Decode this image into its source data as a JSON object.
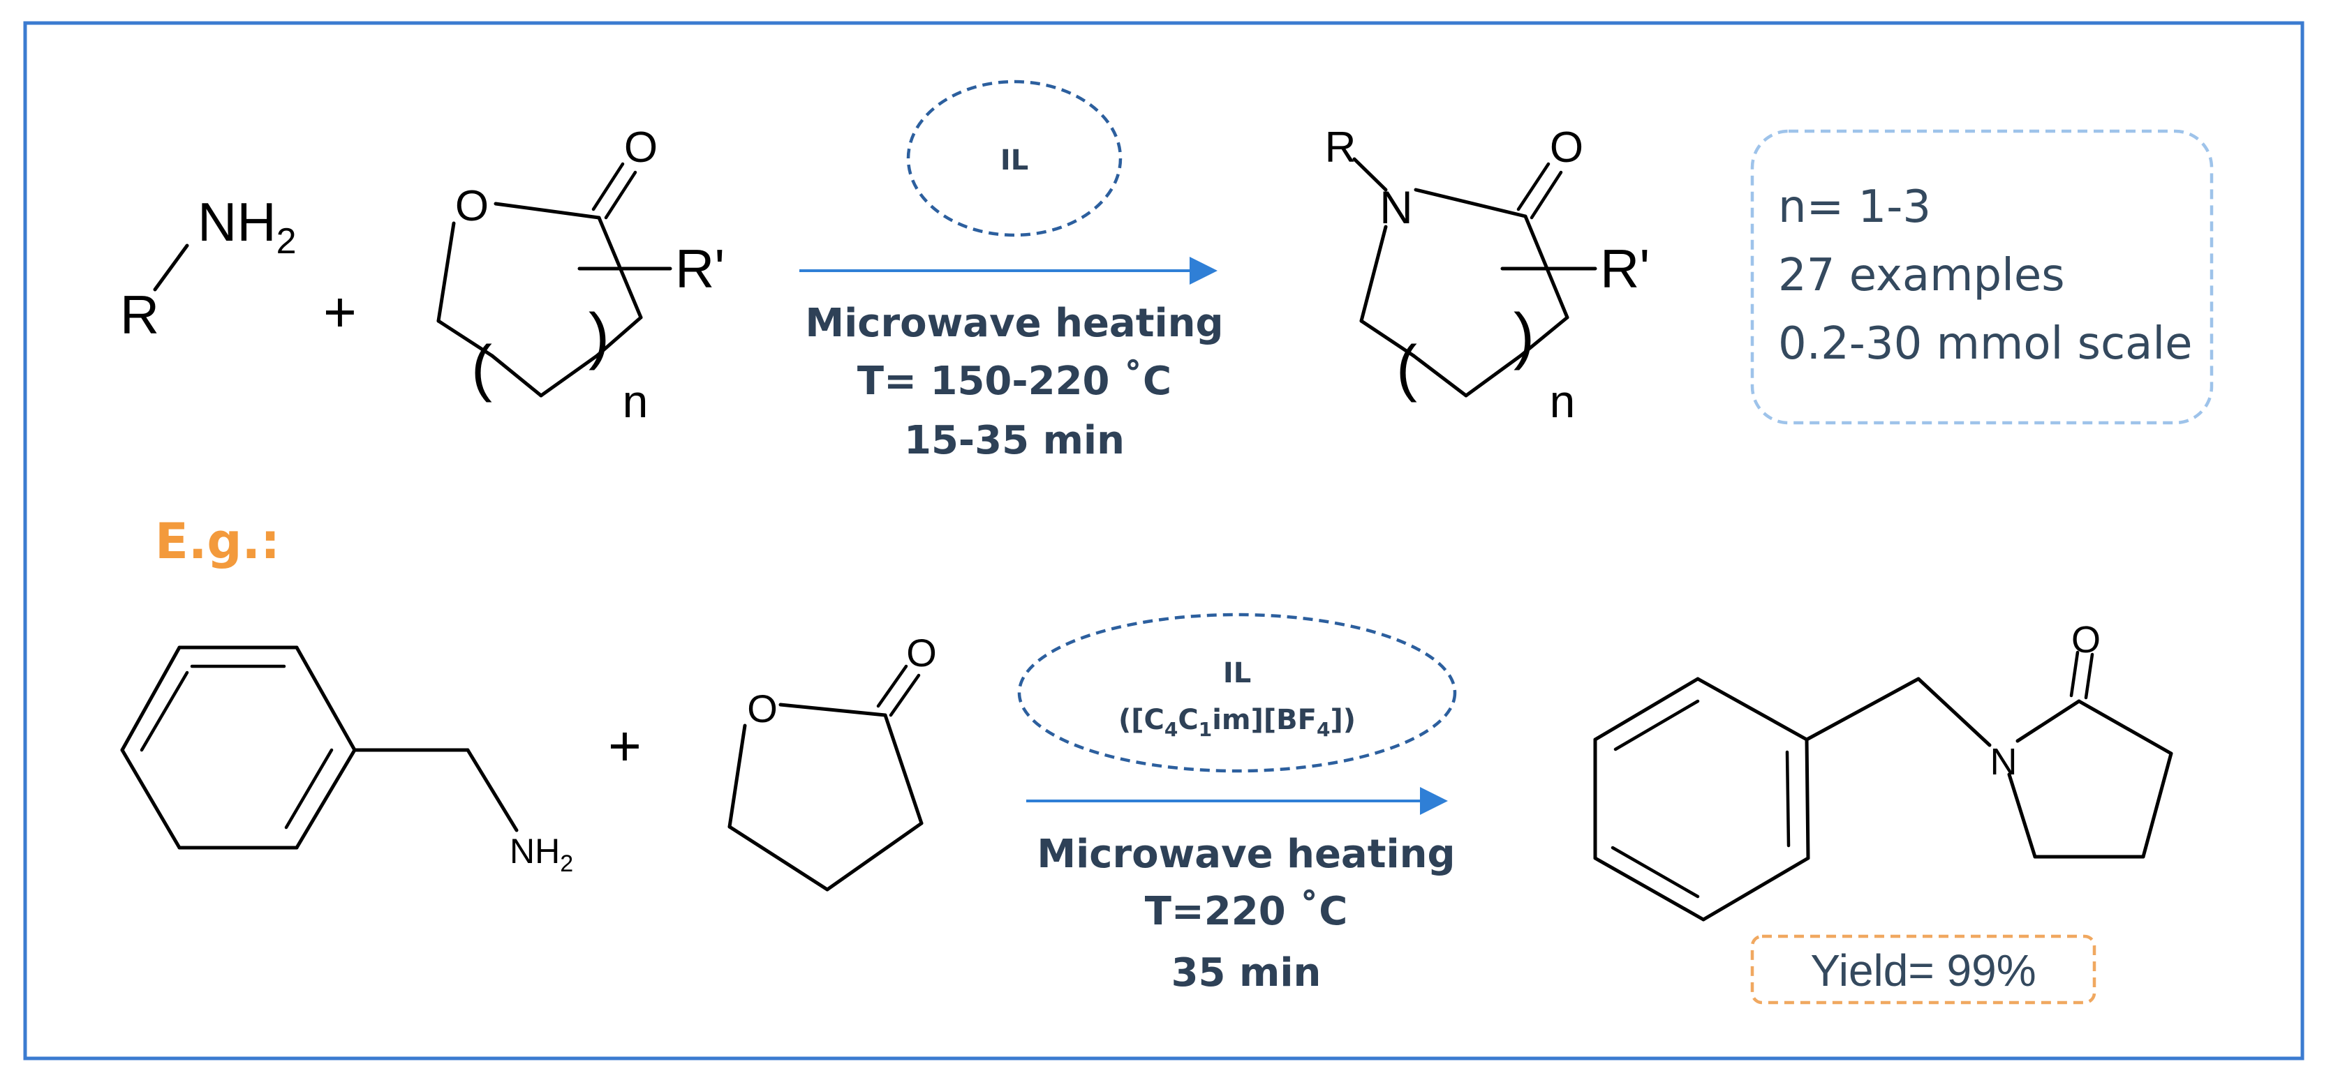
{
  "general": {
    "amine": {
      "r_label": "R",
      "nh2_label": "NH",
      "nh2_sub": "2"
    },
    "plus": "+",
    "lactone": {
      "o_ring": "O",
      "o_carbonyl": "O",
      "subst": "R'",
      "paren_left": "(",
      "paren_right": ")",
      "n": "n"
    },
    "conditions": {
      "ionic_liquid": "IL",
      "line1": "Microwave heating",
      "line2": "T= 150-220 ˚C",
      "line3": "15-35 min"
    },
    "product": {
      "r_label": "R",
      "n_atom": "N",
      "o_carbonyl": "O",
      "subst": "R'",
      "paren_left": "(",
      "paren_right": ")",
      "n": "n"
    },
    "scope": {
      "line1": "n= 1-3",
      "line2": "27 examples",
      "line3": "0.2-30 mmol scale"
    }
  },
  "example": {
    "heading": "E.g.:",
    "amine_label": "NH",
    "amine_sub": "2",
    "plus": "+",
    "lactone": {
      "o_ring": "O",
      "o_carbonyl": "O"
    },
    "conditions": {
      "ionic_liquid": "IL",
      "il_open": "([C",
      "il_sub1": "4",
      "il_c": "C",
      "il_sub2": "1",
      "il_mid": "im][BF",
      "il_sub3": "4",
      "il_close": "])",
      "line1": "Microwave heating",
      "line2": "T=220 ˚C",
      "line3": "35 min"
    },
    "product": {
      "n_atom": "N",
      "o_carbonyl": "O"
    },
    "yield": "Yield= 99%"
  },
  "colors": {
    "frame": "#3b7bd0",
    "arrow": "#2f7fd6",
    "il_ellipse": "#2c5f9e",
    "scope_box": "#9ec3ea",
    "yield_box": "#f0a860",
    "heading": "#f39a3c",
    "text": "#2e4157"
  }
}
